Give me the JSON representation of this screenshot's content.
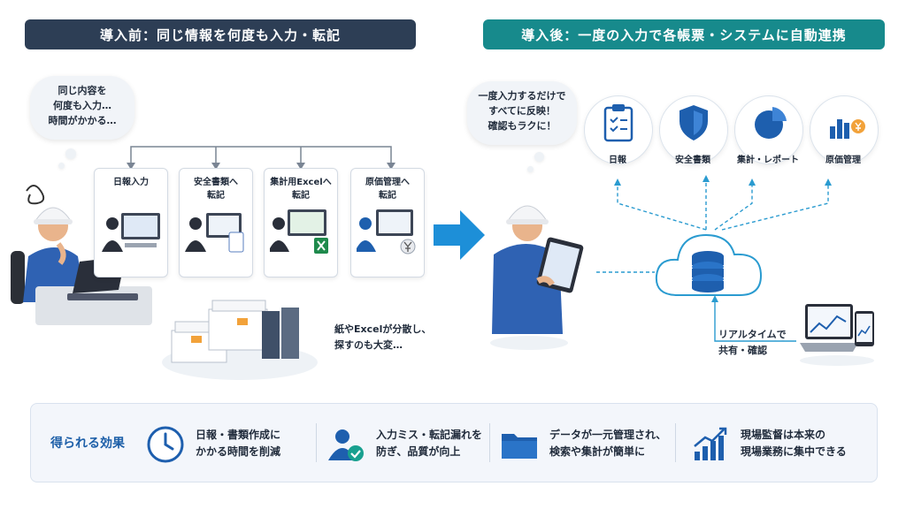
{
  "before": {
    "banner": "導入前：同じ情報を何度も入力・転記",
    "thought_lines": [
      "同じ内容を",
      "何度も入力…",
      "時間がかかる…"
    ],
    "cards": [
      {
        "lines": [
          "日報入力"
        ]
      },
      {
        "lines": [
          "安全書類へ",
          "転記"
        ]
      },
      {
        "lines": [
          "集計用Excelへ",
          "転記"
        ]
      },
      {
        "lines": [
          "原価管理へ",
          "転記"
        ]
      }
    ],
    "paper_note_lines": [
      "紙やExcelが分散し、",
      "探すのも大変…"
    ]
  },
  "after": {
    "banner": "導入後：一度の入力で各帳票・システムに自動連携",
    "thought_lines": [
      "一度入力するだけで",
      "すべてに反映！",
      "確認もラクに！"
    ],
    "outputs": [
      {
        "label": "日報",
        "icon": "clipboard-icon"
      },
      {
        "label": "安全書類",
        "icon": "shield-icon"
      },
      {
        "label": "集計・レポート",
        "icon": "pie-chart-icon"
      },
      {
        "label": "原価管理",
        "icon": "cost-chart-icon"
      }
    ],
    "realtime_note_lines": [
      "リアルタイムで",
      "共有・確認"
    ]
  },
  "effects": {
    "title": "得られる効果",
    "items": [
      {
        "icon": "clock-icon",
        "lines": [
          "日報・書類作成に",
          "かかる時間を削減"
        ]
      },
      {
        "icon": "user-check-icon",
        "lines": [
          "入力ミス・転記漏れを",
          "防ぎ、品質が向上"
        ]
      },
      {
        "icon": "folder-icon",
        "lines": [
          "データが一元管理され、",
          "検索や集計が簡単に"
        ]
      },
      {
        "icon": "growth-chart-icon",
        "lines": [
          "現場監督は本来の",
          "現場業務に集中できる"
        ]
      }
    ]
  },
  "colors": {
    "before_banner": "#2d3e55",
    "after_banner": "#178a8c",
    "accent_blue": "#1e5fae",
    "arrow_blue": "#1d8fd8",
    "effects_title": "#1d5fa8"
  }
}
